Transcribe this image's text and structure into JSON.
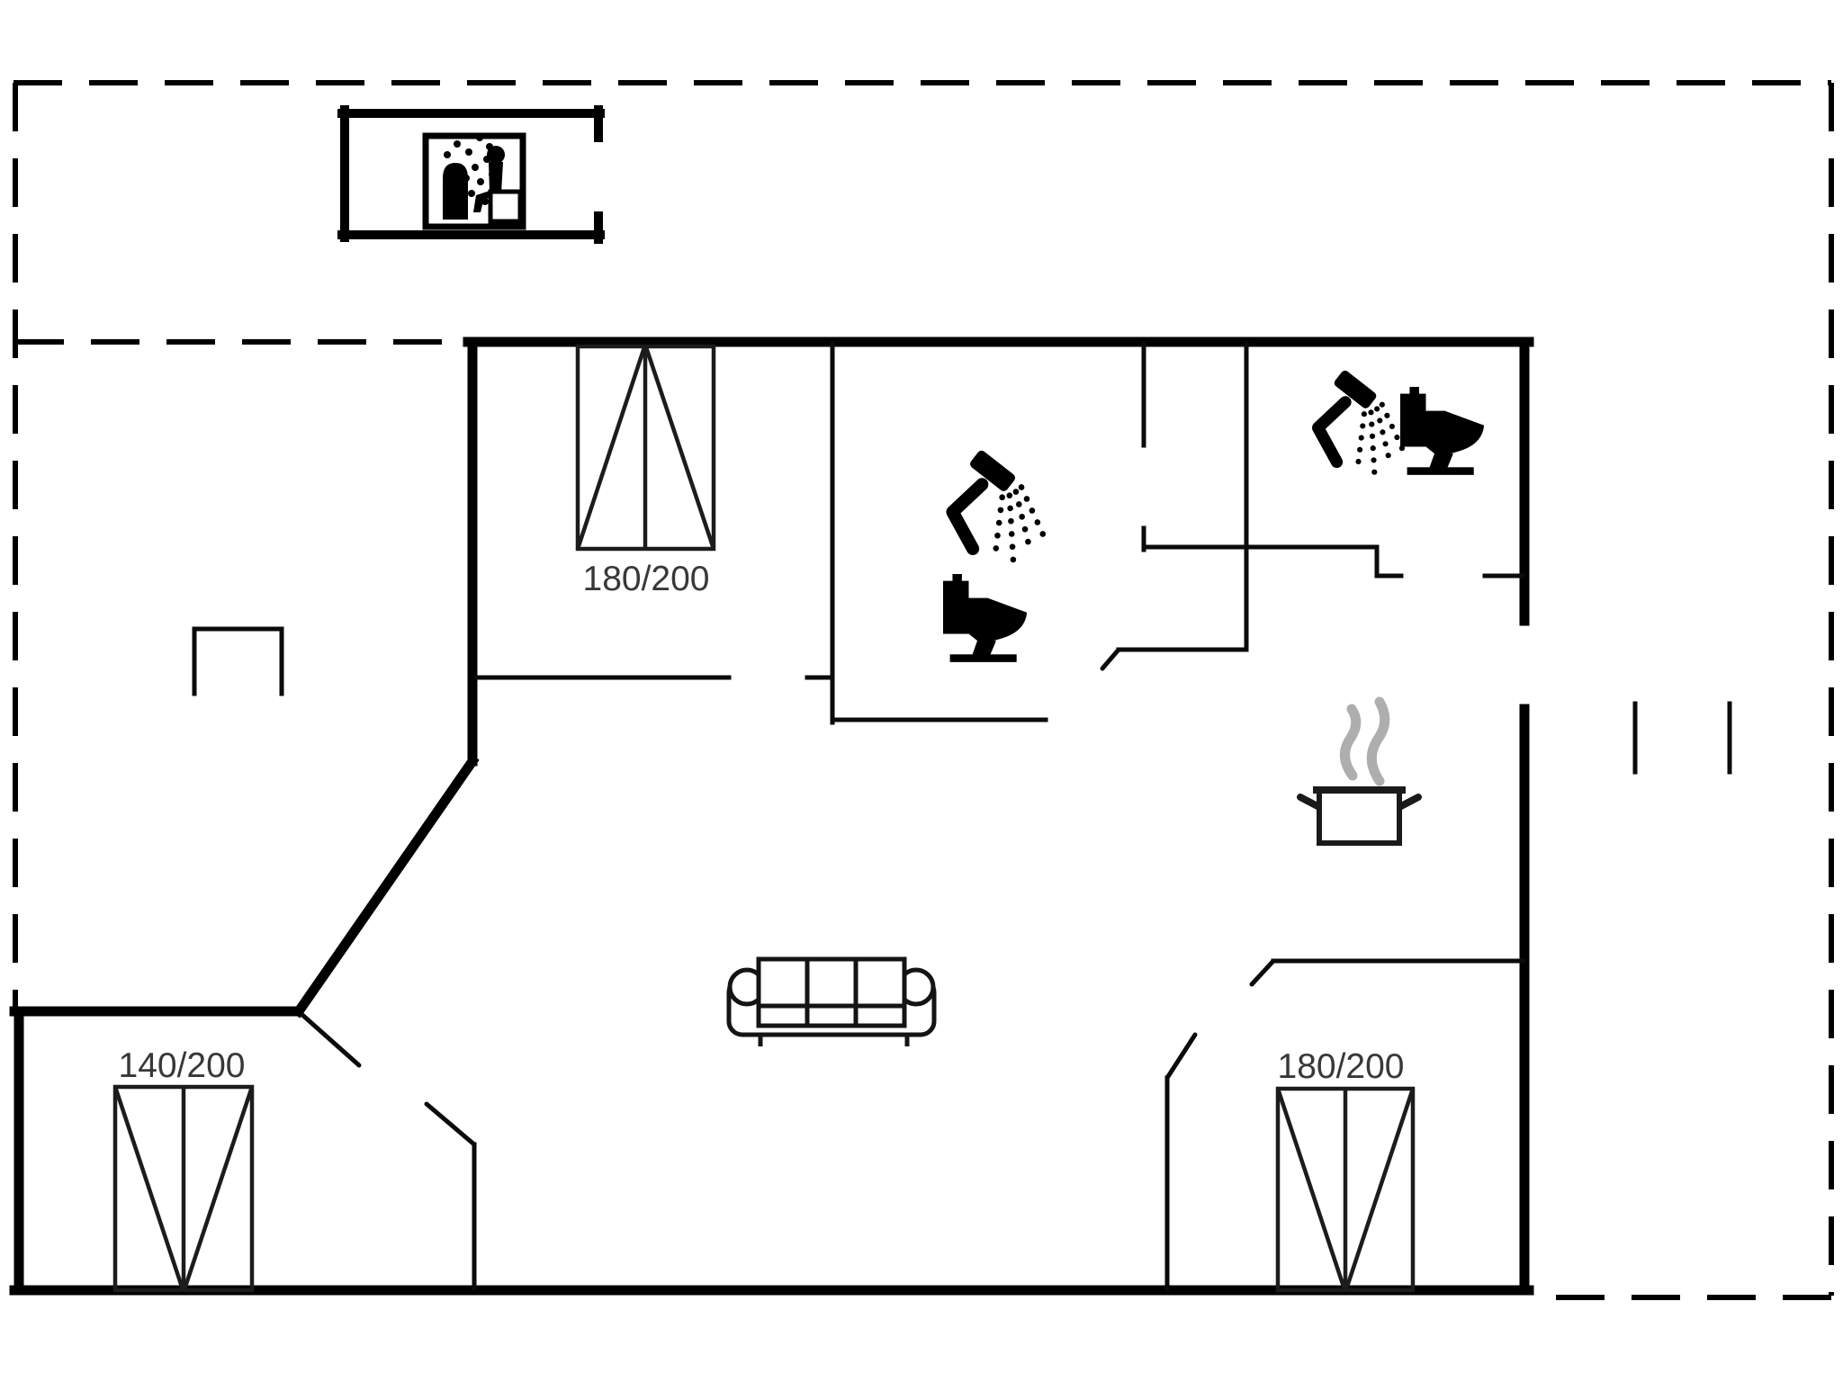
{
  "plan": {
    "type": "floorplan",
    "beds": [
      {
        "name": "double-bed-top",
        "size_label": "180/200"
      },
      {
        "name": "double-bed-bottom-left",
        "size_label": "140/200"
      },
      {
        "name": "double-bed-bottom-right",
        "size_label": "180/200"
      }
    ],
    "icons": [
      {
        "name": "sauna-icon",
        "meaning": "sauna room pictogram"
      },
      {
        "name": "shower-icon",
        "meaning": "shower head with spray"
      },
      {
        "name": "toilet-icon",
        "meaning": "toilet side silhouette"
      },
      {
        "name": "cooking-pot-icon",
        "meaning": "kitchen / stove"
      },
      {
        "name": "steam-icon",
        "meaning": "steam wisps above pot"
      },
      {
        "name": "sofa-icon",
        "meaning": "three-seat sofa"
      }
    ],
    "colors": {
      "wall": "#000000",
      "label_text": "#383838",
      "steam_gray": "#aeaeae",
      "background": "#ffffff"
    }
  }
}
